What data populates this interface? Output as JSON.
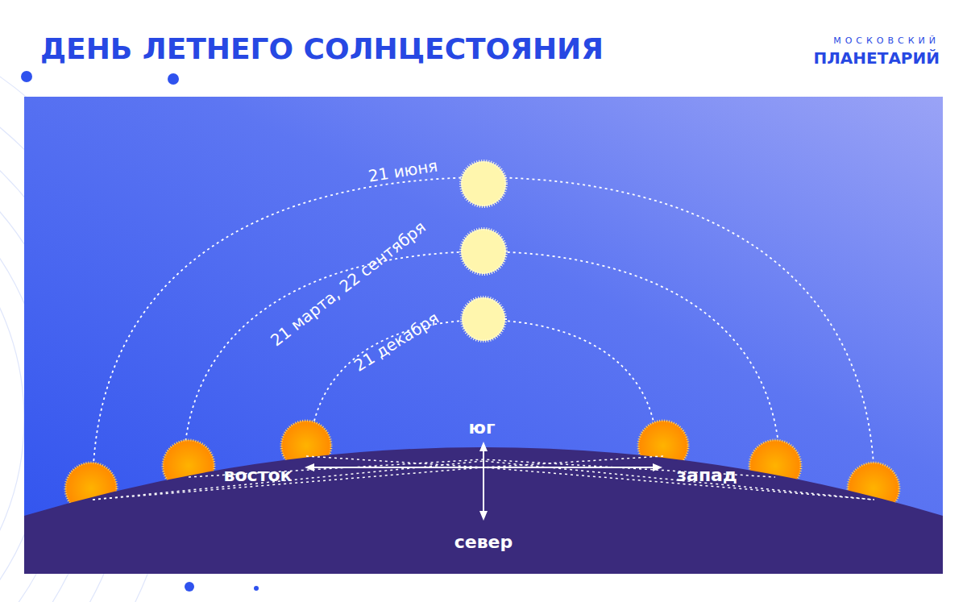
{
  "diagram": {
    "title": "ДЕНЬ ЛЕТНЕГО СОЛНЦЕСТОЯНИЯ",
    "labels": [
      "МОСКОВСКИЙ",
      "ПЛАНЕТАРИЙ",
      "21 июня",
      "21 марта, 22 сентября",
      "21 декабря",
      "юг",
      "восток",
      "запад",
      "север"
    ]
  }
}
